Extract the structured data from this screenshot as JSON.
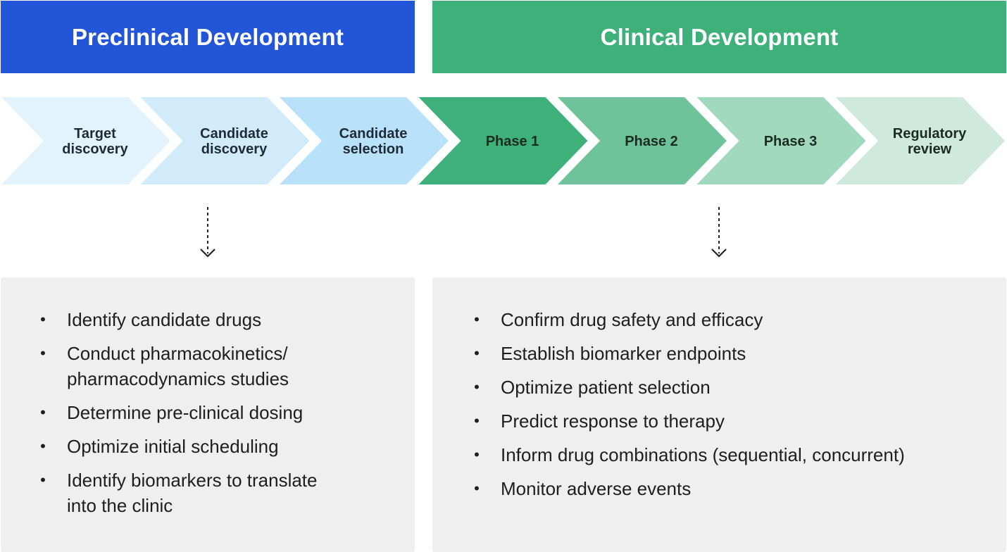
{
  "headers": {
    "preclinical": "Preclinical Development",
    "clinical": "Clinical Development"
  },
  "stages": [
    {
      "lines": [
        "Target",
        "discovery"
      ],
      "fill": "#e3f3fd",
      "text_color": "#1e2a36"
    },
    {
      "lines": [
        "Candidate",
        "discovery"
      ],
      "fill": "#d1ebfb",
      "text_color": "#1e2a36"
    },
    {
      "lines": [
        "Candidate",
        "selection"
      ],
      "fill": "#b9e2fa",
      "text_color": "#1e2a36"
    },
    {
      "lines": [
        "Phase 1"
      ],
      "fill": "#3eb07a",
      "text_color": "#1b2b22"
    },
    {
      "lines": [
        "Phase 2"
      ],
      "fill": "#6fc39b",
      "text_color": "#1b2b22"
    },
    {
      "lines": [
        "Phase 3"
      ],
      "fill": "#a0d9be",
      "text_color": "#1b2b22"
    },
    {
      "lines": [
        "Regulatory",
        "review"
      ],
      "fill": "#cfeadd",
      "text_color": "#1b2b22"
    }
  ],
  "preclinical_items": [
    [
      "Identify candidate drugs"
    ],
    [
      "Conduct pharmacokinetics/",
      "pharmacodynamics studies"
    ],
    [
      "Determine pre-clinical dosing"
    ],
    [
      "Optimize initial scheduling"
    ],
    [
      "Identify biomarkers to translate",
      "into the clinic"
    ]
  ],
  "clinical_items": [
    [
      "Confirm drug safety and efficacy"
    ],
    [
      "Establish biomarker endpoints"
    ],
    [
      "Optimize patient selection"
    ],
    [
      "Predict response to therapy"
    ],
    [
      "Inform drug combinations (sequential, concurrent)"
    ],
    [
      "Monitor adverse events"
    ]
  ],
  "bullet_symbol": "•",
  "colors": {
    "preclinical": "#2255d8",
    "clinical": "#3eb07a",
    "panel_bg": "#efefef",
    "arrow": "#222222"
  }
}
